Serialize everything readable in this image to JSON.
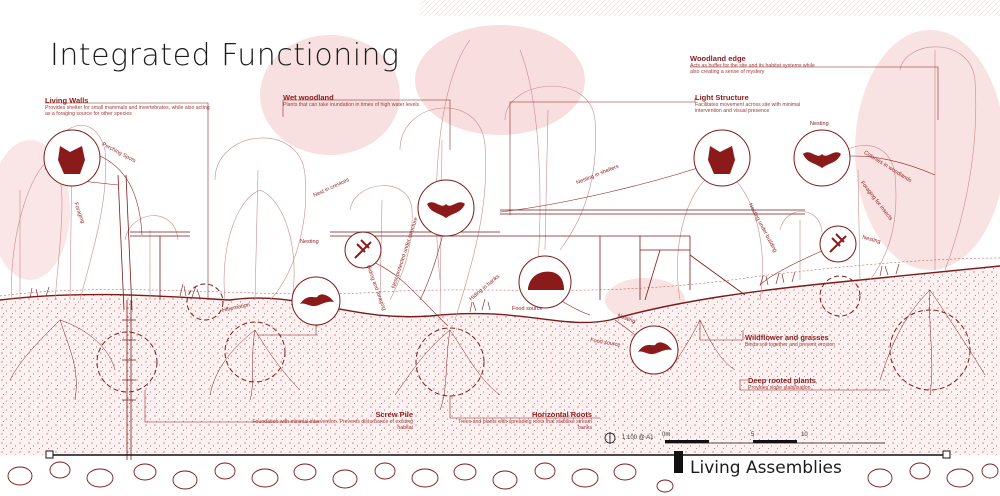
{
  "title": "Integrated Functioning",
  "footer_title": "Living Assemblies",
  "labels": {
    "living_walls": {
      "heading": "Living Walls",
      "desc": "Provides shelter for small mammals and invertebrates, while also acting as a foraging source for other species"
    },
    "wet_woodland": {
      "heading": "Wet woodland",
      "desc": "Plants that can take inundation in times of high water levels"
    },
    "light_structure": {
      "heading": "Light Structure",
      "desc": "Facilitates movement across site with minimal intervention and visual presence"
    },
    "woodland_edge": {
      "heading": "Woodland edge",
      "desc": "Acts as buffer for the site and its habitat systems while also creating a sense of mystery"
    },
    "wildflower": {
      "heading": "Wildflower and grasses",
      "desc": "Binds soil together and prevent erosion"
    },
    "deep_rooted": {
      "heading": "Deep rooted plants",
      "desc": "Provides slope stabilisation"
    },
    "screw_pile": {
      "heading": "Screw Pile",
      "desc": "Foundation with minimal intervention. Prevents disturbance of existing habitat"
    },
    "horizontal_roots": {
      "heading": "Horizontal Roots",
      "desc": "Trees and plants with spreading roots that stabilise stream banks"
    }
  },
  "tags": {
    "perching_spots": "Perching Spots",
    "foraging": "Foraging",
    "hibernation": "Hibernation",
    "nest_in_crevices": "Nest in crevices",
    "nesting_left": "Nesting",
    "hiding_and_foraging": "Hiding and foraging",
    "nest_under_structure": "Nest protected under structure",
    "nesting_in_shelters": "Nesting in shelters",
    "hiding_in_banks": "Hiding in banks",
    "food_source_1": "Food source",
    "nesting_bottom": "Nesting",
    "food_source_2": "Food source",
    "nesting_under_building": "Nesting under building",
    "nesting_top": "Nesting",
    "colonies_in_woodlands": "Colonies in woodlands",
    "foraging_for_insects": "Foraging for insects",
    "nesting_right": "Nesting"
  },
  "scale": {
    "label": "1:100 @ A1",
    "tick_0": "0m",
    "tick_5": "5",
    "tick_10": "10"
  },
  "icons": [
    "owl-icon",
    "bat-icon",
    "dragonfly-icon",
    "fish-icon",
    "bird-icon"
  ],
  "colors": {
    "accent": "#8b1a1a",
    "wash": "#f4c8c8",
    "ink": "#1c1c1c"
  }
}
